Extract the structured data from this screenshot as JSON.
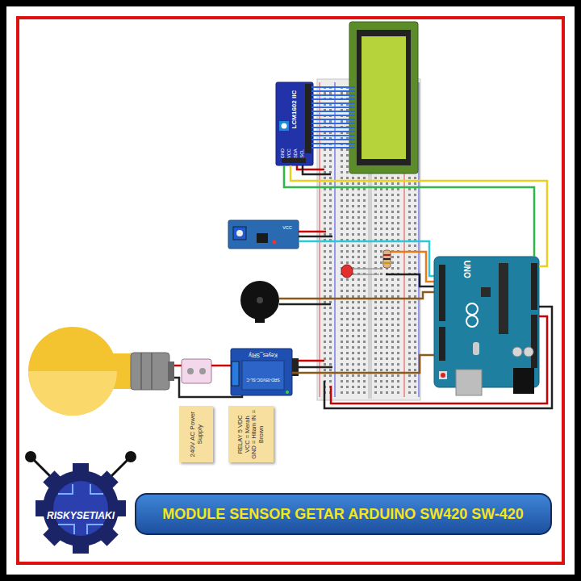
{
  "diagram": {
    "title": "MODULE SENSOR GETAR ARDUINO SW420 SW-420",
    "nodes": [
      {
        "text": [
          "LCM1602 IIC"
        ]
      },
      {
        "text": [
          "UNO"
        ]
      },
      {
        "text": [
          "Keyes_SRly"
        ]
      },
      {
        "text": [
          "240V AC Power Supply"
        ]
      },
      {
        "text": [
          "RELAY 5 VDC VCC = Merah GND = Hitam IN = Brown"
        ]
      }
    ],
    "edges": [
      {
        "from": 0,
        "to": 1,
        "arrow": "none"
      },
      {
        "from": 2,
        "to": 1,
        "arrow": "none"
      }
    ],
    "labels": [
      "GND",
      "VCC",
      "SDA",
      "SCL",
      "VCC",
      "SRD-05VDC-SL-C",
      "RISKYSETIAKI"
    ]
  }
}
